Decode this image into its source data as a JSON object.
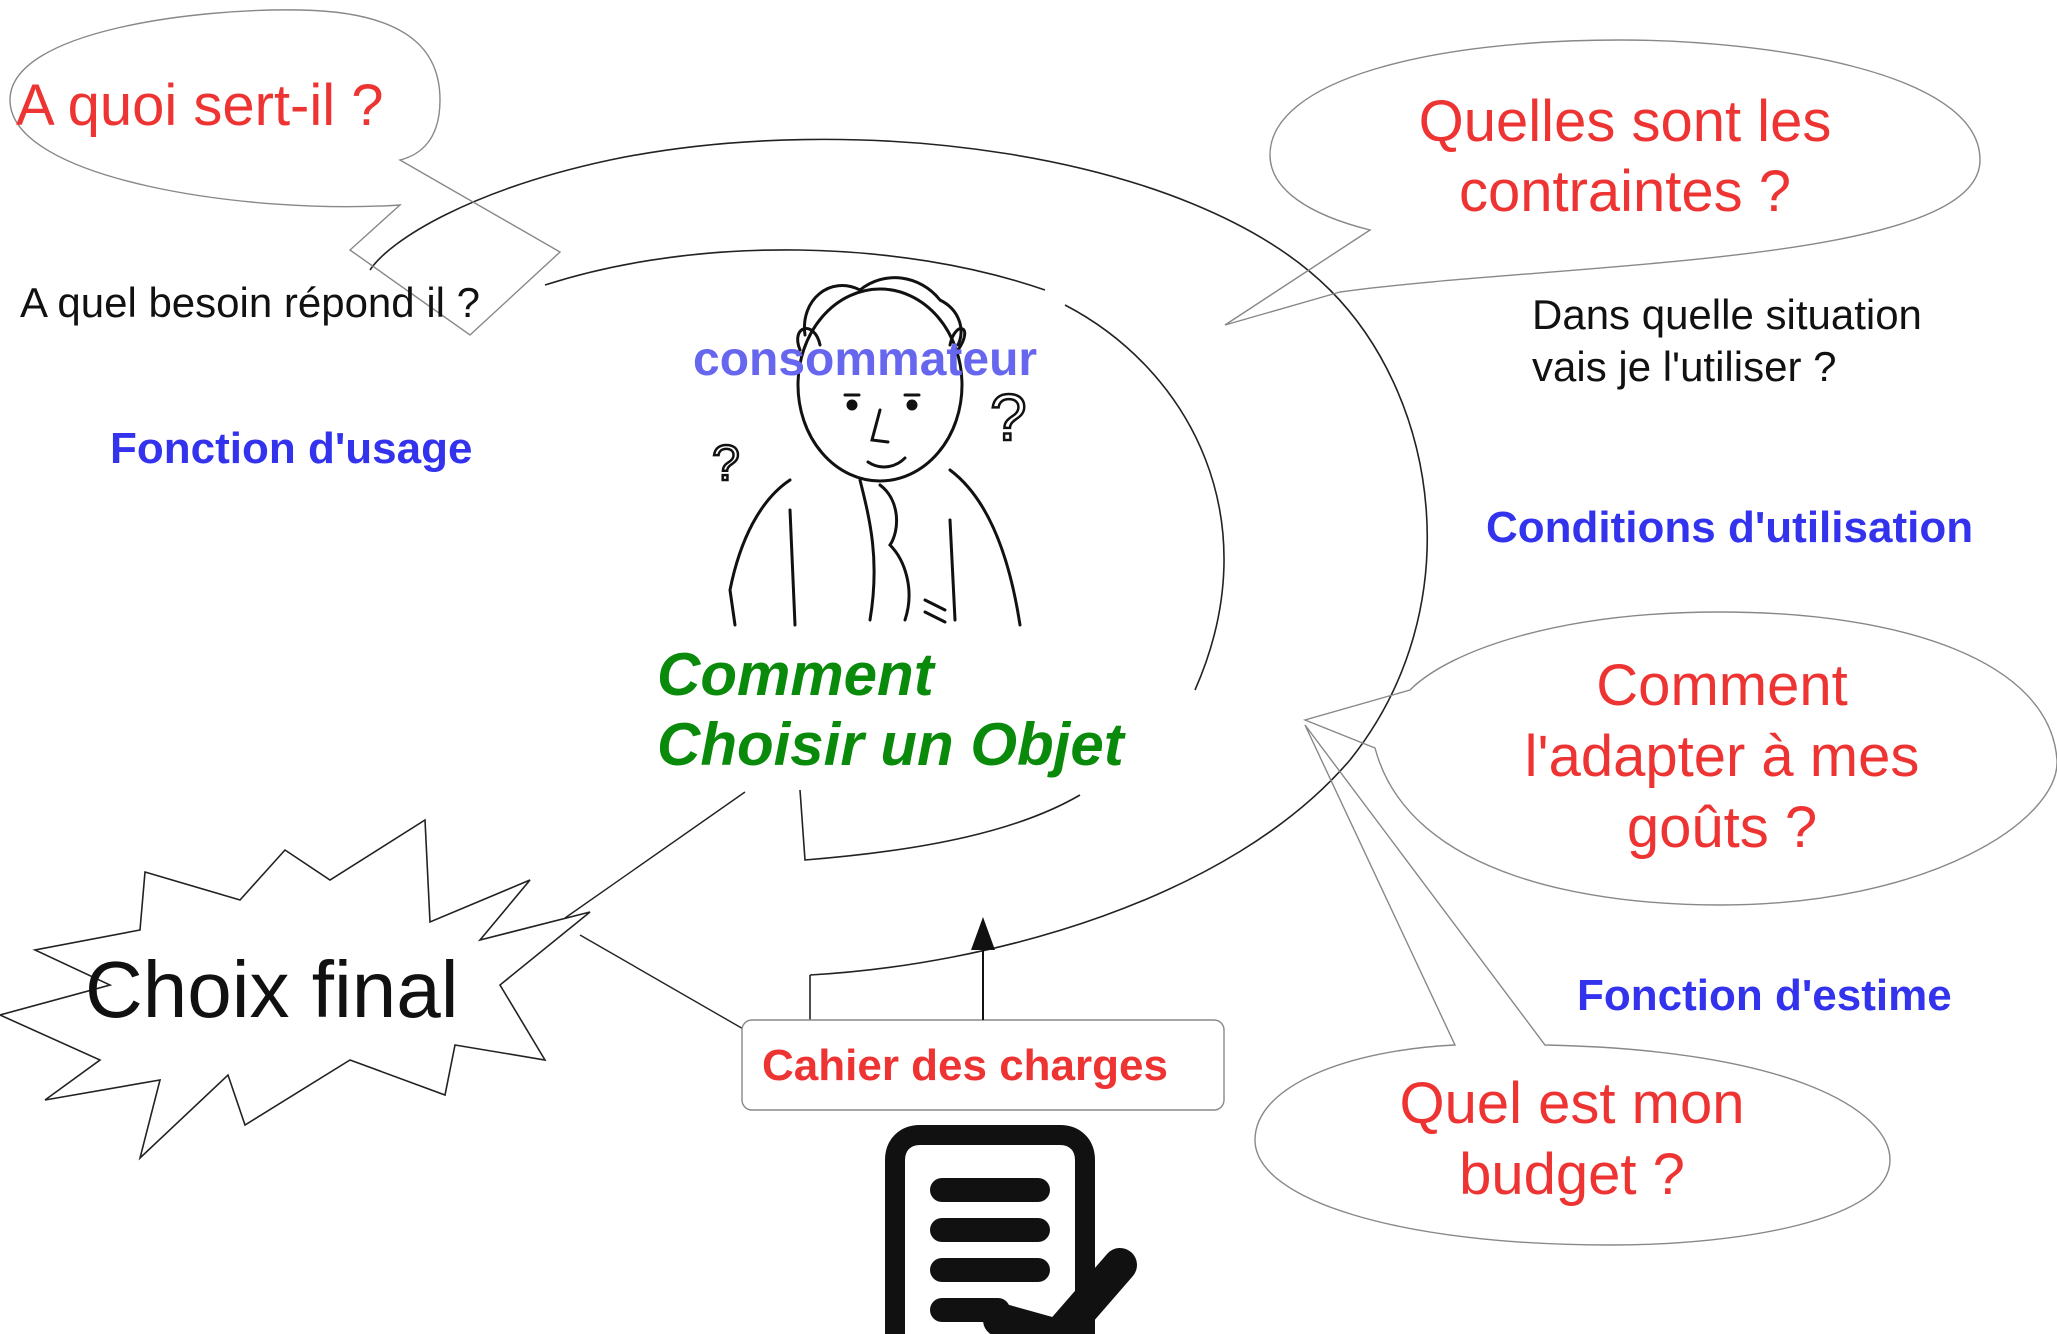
{
  "title": {
    "line1": "Comment",
    "line2": "Choisir un Objet"
  },
  "center_label": "consommateur",
  "bubbles": {
    "usage_question": "A quoi sert-il ?",
    "constraints_line1": "Quelles sont les",
    "constraints_line2": "contraintes ?",
    "taste_line1": "Comment",
    "taste_line2": "l'adapter à mes",
    "taste_line3": "goûts ?",
    "budget_line1": "Quel est mon",
    "budget_line2": "budget ?"
  },
  "notes": {
    "need": "A quel besoin répond il ?",
    "situation_line1": "Dans quelle situation",
    "situation_line2": "vais je l'utiliser ?"
  },
  "functions": {
    "usage": "Fonction d'usage",
    "conditions": "Conditions d'utilisation",
    "esteem": "Fonction d'estime"
  },
  "final_choice": "Choix final",
  "specification_box": "Cahier des charges",
  "colors": {
    "question": "#ee3333",
    "function_label": "#3333ee",
    "title": "#0a8a0a",
    "center_label": "#6666ee"
  },
  "icons": [
    "thinking-person-icon",
    "question-mark-icon",
    "checklist-document-icon",
    "arrow-up-icon"
  ]
}
